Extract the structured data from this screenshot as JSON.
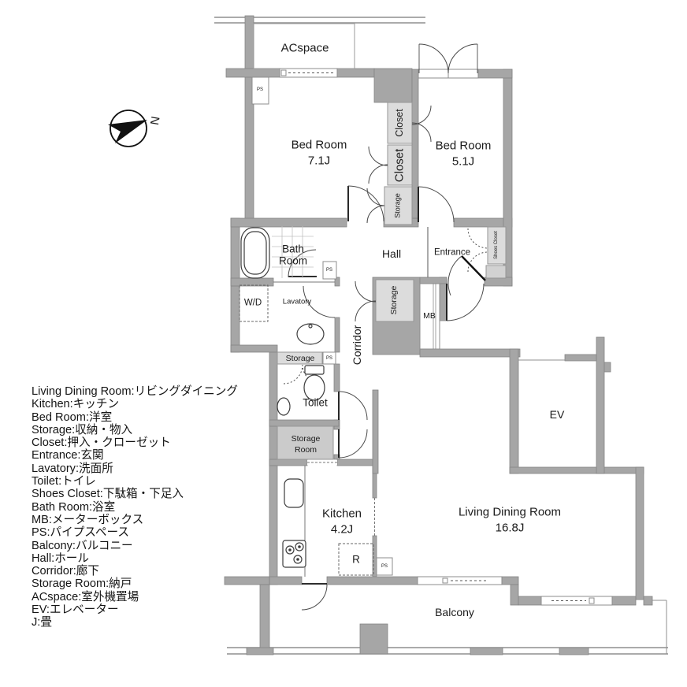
{
  "plan": {
    "title_hint": "apartment floor plan",
    "labels": {
      "acspace": "ACspace",
      "bedroom1": "Bed Room",
      "bedroom1_size": "7.1J",
      "bedroom2": "Bed Room",
      "bedroom2_size": "5.1J",
      "closet": "Closet",
      "storage": "Storage",
      "bath_line1": "Bath",
      "bath_line2": "Room",
      "hall": "Hall",
      "entrance": "Entrance",
      "shoes_closet": "Shoes Closet",
      "wd": "W/D",
      "lavatory": "Lavatory",
      "corridor": "Corridor",
      "toilet": "Toilet",
      "storage_room_line1": "Storage",
      "storage_room_line2": "Room",
      "mb": "MB",
      "ps": "PS",
      "ev": "EV",
      "kitchen": "Kitchen",
      "kitchen_size": "4.2J",
      "ldk": "Living Dining Room",
      "ldk_size": "16.8J",
      "refrigerator": "R",
      "balcony": "Balcony",
      "north": "N"
    },
    "colors": {
      "wall": "#a6a6a6",
      "wall_edge": "#858585",
      "closet_fill": "#dcdcdc",
      "storage_room_fill": "#cbcbcb",
      "line": "#8f8f8f",
      "text": "#1b1b1b"
    }
  },
  "legend": {
    "items": [
      "Living Dining Room:リビングダイニング",
      "Kitchen:キッチン",
      "Bed Room:洋室",
      "Storage:収納・物入",
      "Closet:押入・クローゼット",
      "Entrance:玄関",
      "Lavatory:洗面所",
      "Toilet:トイレ",
      "Shoes Closet:下駄箱・下足入",
      "Bath Room:浴室",
      "MB:メーターボックス",
      "PS:パイプスペース",
      "Balcony:バルコニー",
      "Hall:ホール",
      "Corridor:廊下",
      "Storage Room:納戸",
      "ACspace:室外機置場",
      "EV:エレベーター",
      "J:畳"
    ]
  }
}
